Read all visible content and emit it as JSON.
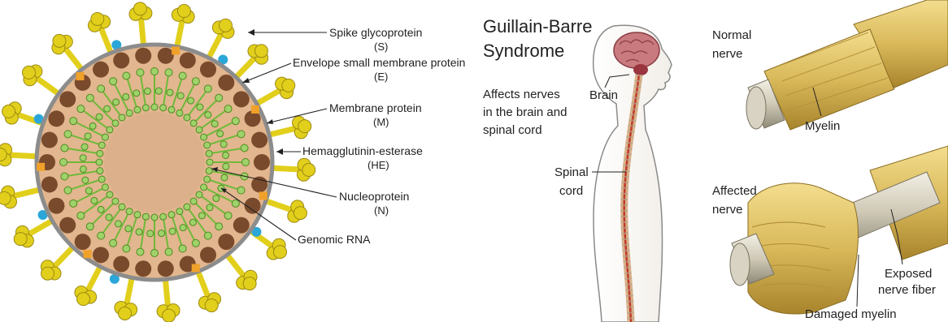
{
  "coronavirus": {
    "labels": [
      {
        "name": "Spike glycoprotein",
        "abbr": "(S)"
      },
      {
        "name": "Envelope small membrane protein",
        "abbr": "(E)"
      },
      {
        "name": "Membrane protein",
        "abbr": "(M)"
      },
      {
        "name": "Hemagglutinin-esterase",
        "abbr": "(HE)"
      },
      {
        "name": "Nucleoprotein",
        "abbr": "(N)"
      },
      {
        "name": "Genomic RNA",
        "abbr": ""
      }
    ],
    "colors": {
      "spike": "#e2cf1b",
      "membrane": "#7a4a2c",
      "envelope": "#f0a12a",
      "hemagglutinin": "#2aa7d8",
      "nucleoprotein": "#6fba3a",
      "core": "#e6b58f",
      "envelope_layer": "#8c8c8c"
    }
  },
  "gbs": {
    "title_line1": "Guillain-Barre",
    "title_line2": "Syndrome",
    "desc_line1": "Affects nerves",
    "desc_line2": "in the brain and",
    "desc_line3": "spinal cord",
    "brain_label": "Brain",
    "spinal_line1": "Spinal",
    "spinal_line2": "cord",
    "normal_line1": "Normal",
    "normal_line2": "nerve",
    "myelin_label": "Myelin",
    "affected_line1": "Affected",
    "affected_line2": "nerve",
    "exposed_line1": "Exposed",
    "exposed_line2": "nerve fiber",
    "damaged_label": "Damaged myelin"
  }
}
